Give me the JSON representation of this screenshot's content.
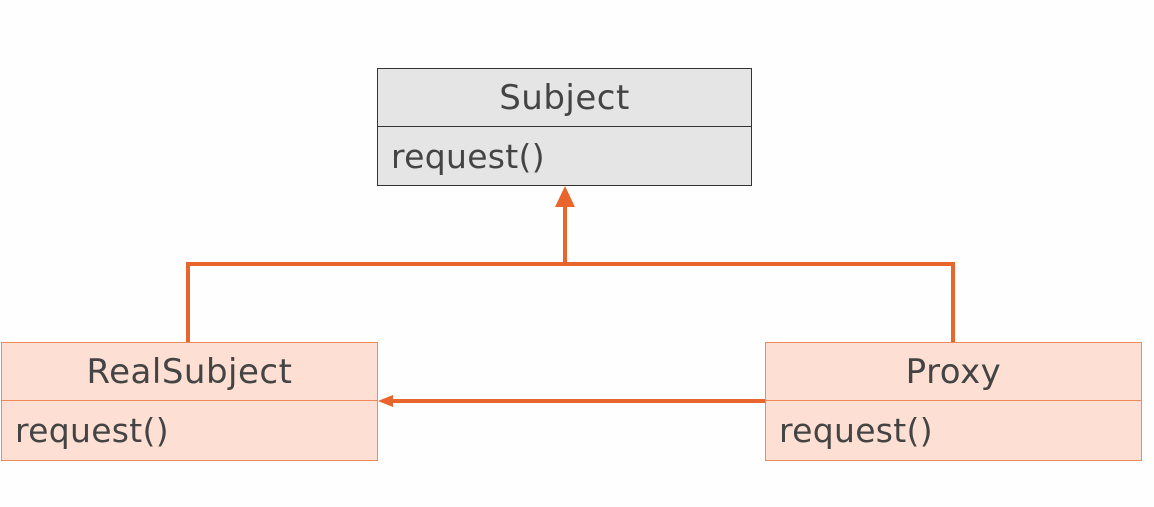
{
  "colors": {
    "connector": "#e8662e",
    "abstract_fill": "#e5e5e5",
    "concrete_fill": "#fde0d3",
    "concrete_border": "#ee8a57"
  },
  "classes": {
    "subject": {
      "name": "Subject",
      "method": "request()"
    },
    "realsubject": {
      "name": "RealSubject",
      "method": "request()"
    },
    "proxy": {
      "name": "Proxy",
      "method": "request()"
    }
  },
  "relations": [
    {
      "type": "generalization",
      "from": "RealSubject",
      "to": "Subject"
    },
    {
      "type": "generalization",
      "from": "Proxy",
      "to": "Subject"
    },
    {
      "type": "association",
      "from": "Proxy",
      "to": "RealSubject"
    }
  ]
}
